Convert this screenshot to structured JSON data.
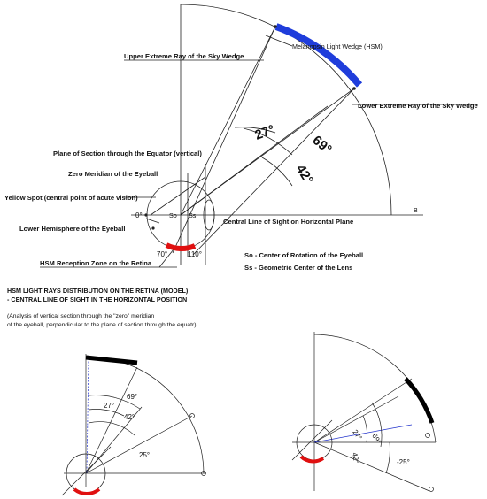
{
  "labels": {
    "melanopsin_wedge": "Melanopsin Light Wedge (HSM)",
    "upper_ray": "Upper Extreme Ray of the Sky Wedge",
    "lower_ray": "Lower Extreme Ray of the Sky Wedge",
    "equator_plane": "Plane of Section through the Equator (vertical)",
    "zero_meridian": "Zero Meridian of the Eyeball",
    "yellow_spot": "Yellow Spot (central point of acute vision)",
    "lower_hemisphere": "Lower Hemisphere of the Eyeball",
    "central_line": "Central Line of Sight on Horizontal Plane",
    "point_b": "B",
    "so_point": "So",
    "ss_point": "Ss",
    "so_desc": "So - Center of Rotation of the Eyeball",
    "ss_desc": "Ss - Geometric Center of the Lens",
    "reception_zone": "HSM Reception Zone on the Retina"
  },
  "angles": {
    "a27": "27°",
    "a69": "69°",
    "a42": "42°",
    "a0": "0°",
    "a70": "70°",
    "a110": "110°"
  },
  "caption": {
    "line1": "HSM LIGHT RAYS  DISTRIBUTION ON THE RETINA (MODEL)",
    "line2": "- CENTRAL LINE OF SIGHT IN THE HORIZONTAL POSITION",
    "line3": "(Analysis of vertical section through the \"zero\" meridian",
    "line4": "of the eyeball, perpendicular to the plane of section through the equatr)"
  },
  "small_left": {
    "a69": "69°",
    "a27": "27°",
    "a42": "42°",
    "a25": "25°"
  },
  "small_right": {
    "a27": "27°",
    "a69": "69°",
    "a42": "42°",
    "a25": "-25°"
  },
  "colors": {
    "wedge_blue": "#1f3ddb",
    "retina_red": "#e01010",
    "line": "#222222",
    "black_band": "#000000"
  }
}
